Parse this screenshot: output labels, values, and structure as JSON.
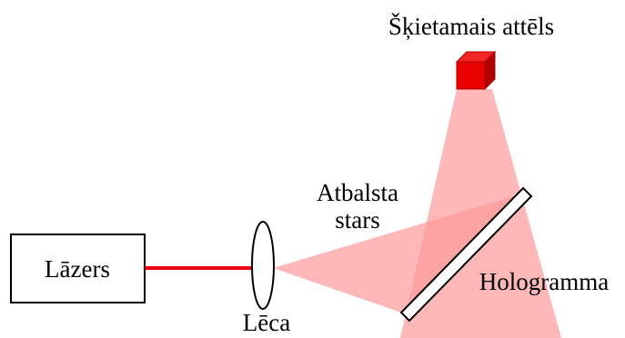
{
  "labels": {
    "laser": "Lāzers",
    "lens": "Lēca",
    "reference_beam_line1": "Atbalsta",
    "reference_beam_line2": "stars",
    "hologram": "Hologramma",
    "virtual_image": "Šķietamais attēls"
  },
  "colors": {
    "laser_beam": "#e8000b",
    "light_cone": "#fd9a9a",
    "virtual_image_cube": "#e80000",
    "hologram_plate_fill": "#ffffff",
    "outline": "#000000"
  }
}
